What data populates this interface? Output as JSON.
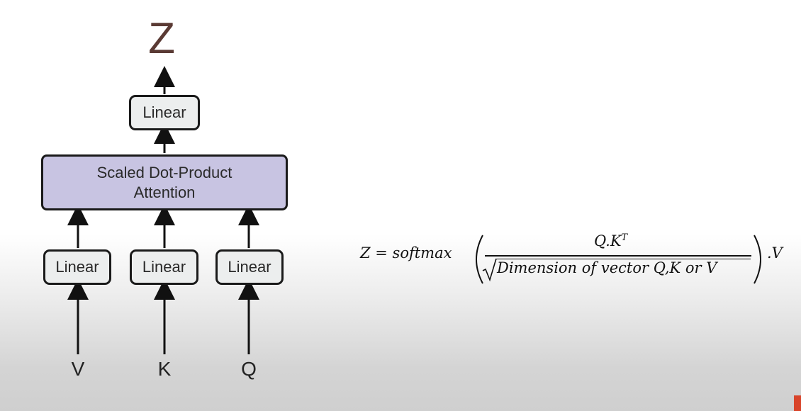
{
  "diagram": {
    "output_label": "Z",
    "output_linear": "Linear",
    "attention_line1": "Scaled Dot-Product",
    "attention_line2": "Attention",
    "linear_v": "Linear",
    "linear_k": "Linear",
    "linear_q": "Linear",
    "input_v": "V",
    "input_k": "K",
    "input_q": "Q"
  },
  "formula": {
    "lhs": "Z = softmax",
    "numerator": "Q.K",
    "numerator_sup": "T",
    "denominator": "Dimension of vector Q,K or V",
    "tail": ".V"
  },
  "colors": {
    "attention_fill": "#c8c4e2",
    "linear_fill": "#eceeee",
    "z_color": "#5a3a34"
  }
}
